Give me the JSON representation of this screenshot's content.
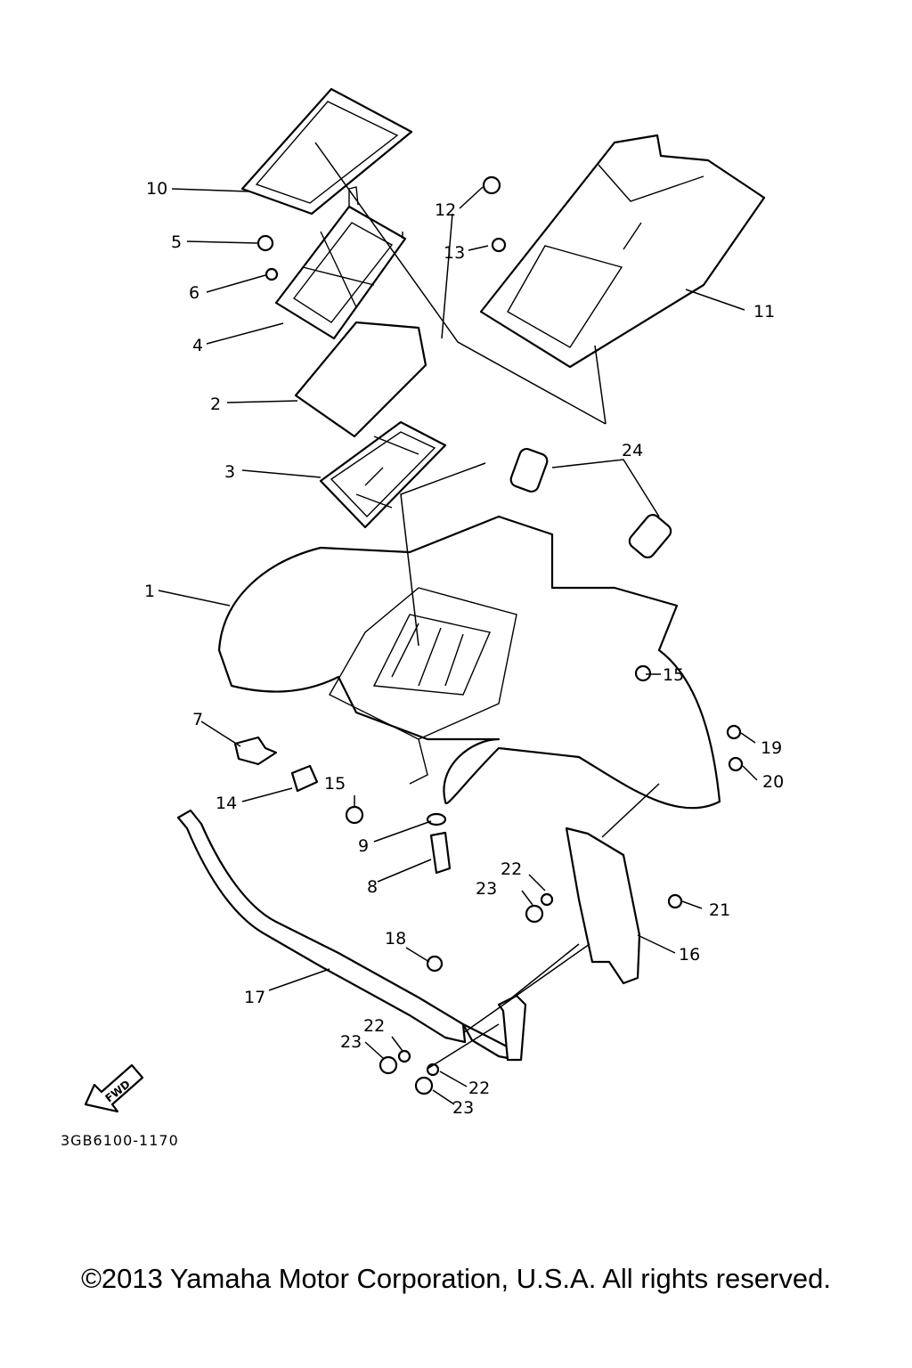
{
  "diagram": {
    "labels": {
      "p1": "1",
      "p2": "2",
      "p3": "3",
      "p4": "4",
      "p5": "5",
      "p6": "6",
      "p7": "7",
      "p8": "8",
      "p9": "9",
      "p10": "10",
      "p11": "11",
      "p12": "12",
      "p13": "13",
      "p14": "14",
      "p15a": "15",
      "p15b": "15",
      "p16": "16",
      "p17": "17",
      "p18": "18",
      "p19": "19",
      "p20": "20",
      "p21": "21",
      "p22a": "22",
      "p22b": "22",
      "p22c": "22",
      "p23a": "23",
      "p23b": "23",
      "p23c": "23",
      "p24": "24"
    },
    "fwd_arrow": "FWD",
    "reference_code": "3GB6100-1170"
  },
  "footer": {
    "copyright": "©2013 Yamaha Motor Corporation, U.S.A. All rights reserved."
  }
}
